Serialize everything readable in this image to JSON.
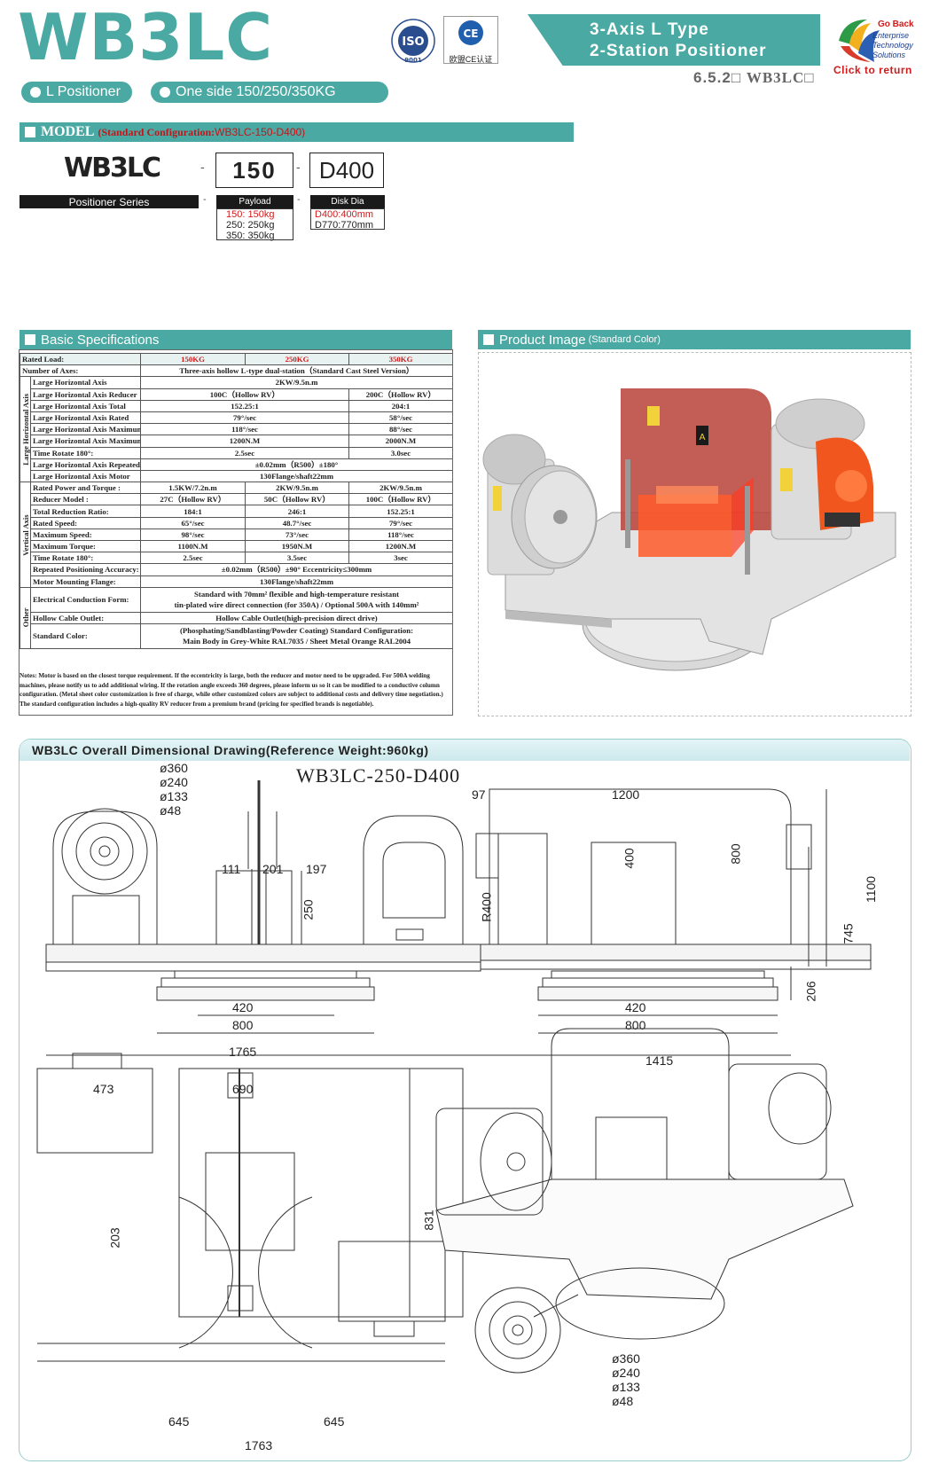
{
  "header": {
    "title": "WB3LC",
    "pills": [
      "L  Positioner",
      "One side 150/250/350KG"
    ],
    "iso_badge": "ISO",
    "iso_sub": "9001",
    "ce_badge": "CE",
    "ce_label": "欧盟CE认证",
    "banner_line1": "3-Axis L Type",
    "banner_line2": "2-Station Positioner",
    "section_code_num": "6.5.2",
    "section_code_name": "WB3LC",
    "go_back": "Go Back",
    "go_back_lines": [
      "Enterprise",
      "Technology",
      "Solutions"
    ],
    "click_return": "Click to return"
  },
  "model": {
    "bar_label": "MODEL",
    "bar_config_label": "(Standard Configuration:",
    "bar_config_value": "WB3LC-150-D400)",
    "code_name": "WB3LC",
    "code_payload": "150",
    "code_disk": "D400",
    "series_label": "Positioner Series",
    "payload_label": "Payload",
    "payload_options": [
      "150: 150kg",
      "250: 250kg",
      "350: 350kg"
    ],
    "disk_label": "Disk Dia",
    "disk_options": [
      "D400:400mm",
      "D770:770mm"
    ]
  },
  "spec": {
    "section_title": "Basic Specifications",
    "header": [
      "Rated Load:",
      "150KG",
      "250KG",
      "350KG"
    ],
    "axes_label": "Number of Axes:",
    "axes_value": "Three-axis hollow L-type dual-station（Standard Cast Steel Version）",
    "group_large": "Large Horizontal Axis",
    "group_vertical": "Vertical Axis",
    "group_other": "Other",
    "large_rows": [
      {
        "label": "Large Horizontal Axis",
        "values": [
          "2KW/9.5n.m"
        ]
      },
      {
        "label": "Large Horizontal Axis Reducer",
        "values": [
          "100C（Hollow RV）",
          "200C（Hollow RV）"
        ]
      },
      {
        "label": "Large Horizontal Axis Total",
        "values": [
          "152.25:1",
          "204:1"
        ]
      },
      {
        "label": "Large Horizontal Axis Rated",
        "values": [
          "79°/sec",
          "58°/sec"
        ]
      },
      {
        "label": "Large Horizontal Axis Maximum",
        "values": [
          "118°/sec",
          "88°/sec"
        ]
      },
      {
        "label": "Large Horizontal Axis Maximum",
        "values": [
          "1200N.M",
          "2000N.M"
        ]
      },
      {
        "label": "Time Rotate 180°:",
        "values": [
          "2.5sec",
          "3.0sec"
        ]
      },
      {
        "label": "Large Horizontal Axis Repeated",
        "values": [
          "±0.02mm（R500）±180°"
        ]
      },
      {
        "label": "Large Horizontal Axis Motor",
        "values": [
          "130Flange/shaft22mm"
        ]
      }
    ],
    "vertical_rows": [
      {
        "label": "Rated Power and Torque :",
        "values": [
          "1.5KW/7.2n.m",
          "2KW/9.5n.m",
          "2KW/9.5n.m"
        ]
      },
      {
        "label": "Reducer Model :",
        "values": [
          "27C（Hollow RV）",
          "50C（Hollow RV）",
          "100C（Hollow RV）"
        ]
      },
      {
        "label": "Total Reduction Ratio:",
        "values": [
          "184:1",
          "246:1",
          "152.25:1"
        ]
      },
      {
        "label": "Rated Speed:",
        "values": [
          "65°/sec",
          "48.7°/sec",
          "79°/sec"
        ]
      },
      {
        "label": "Maximum Speed:",
        "values": [
          "98°/sec",
          "73°/sec",
          "118°/sec"
        ]
      },
      {
        "label": "Maximum Torque:",
        "values": [
          "1100N.M",
          "1950N.M",
          "1200N.M"
        ]
      },
      {
        "label": "Time Rotate 180°:",
        "values": [
          "2.5sec",
          "3.5sec",
          "3sec"
        ]
      },
      {
        "label": "Repeated Positioning Accuracy:",
        "values": [
          "±0.02mm（R500）±90°  Eccentricity≤300mm"
        ]
      },
      {
        "label": "Motor Mounting Flange:",
        "values": [
          "130Flange/shaft22mm"
        ]
      }
    ],
    "other_rows": [
      {
        "label": "Electrical Conduction Form:",
        "line1": "Standard with 70mm² flexible and high-temperature resistant",
        "line2": "tin-plated wire direct connection (for 350A) / Optional 500A with 140mm²"
      },
      {
        "label": "Hollow Cable Outlet:",
        "line1": "Hollow Cable Outlet(high-precision direct drive)",
        "line2": ""
      },
      {
        "label": "Standard Color:",
        "line1": "(Phosphating/Sandblasting/Powder Coating) Standard Configuration:",
        "line2": "Main Body in Grey-White RAL7035 / Sheet Metal Orange RAL2004"
      }
    ],
    "notes": "Notes: Motor is based on the closest torque requirement. If the eccentricity is large, both the reducer and motor need to be upgraded. For 500A welding machines, please notify us to add additional wiring. If the rotation angle exceeds 360 degrees, please inform us so it can be modified to a conductive column configuration. (Metal sheet color customization is free of charge, while other customized colors are subject to additional costs and delivery time negotiation.) The standard configuration includes a high-quality RV reducer from a premium brand (pricing for specified brands is negotiable)."
  },
  "product_image": {
    "section_title": "Product Image",
    "section_sub": "(Standard Color)",
    "sign_letter": "A"
  },
  "drawing": {
    "title": "WB3LC Overall Dimensional Drawing(Reference Weight:960kg)",
    "model_label": "WB3LC-250-D400",
    "dims_front": [
      "ø360",
      "ø240",
      "ø133",
      "ø48",
      "111",
      "201",
      "197",
      "250",
      "420",
      "800",
      "1765"
    ],
    "dims_side": [
      "97",
      "1200",
      "R400",
      "400",
      "800",
      "1100",
      "745",
      "206",
      "420",
      "800",
      "1415"
    ],
    "dims_top": [
      "473",
      "690",
      "203",
      "831",
      "645",
      "645",
      "1763"
    ],
    "dims_disk": [
      "ø360",
      "ø240",
      "ø133",
      "ø48"
    ]
  },
  "colors": {
    "accent": "#4aa9a2",
    "red": "#d01b1b",
    "orange": "#f0561e",
    "grey_white": "#e6e6e6"
  }
}
